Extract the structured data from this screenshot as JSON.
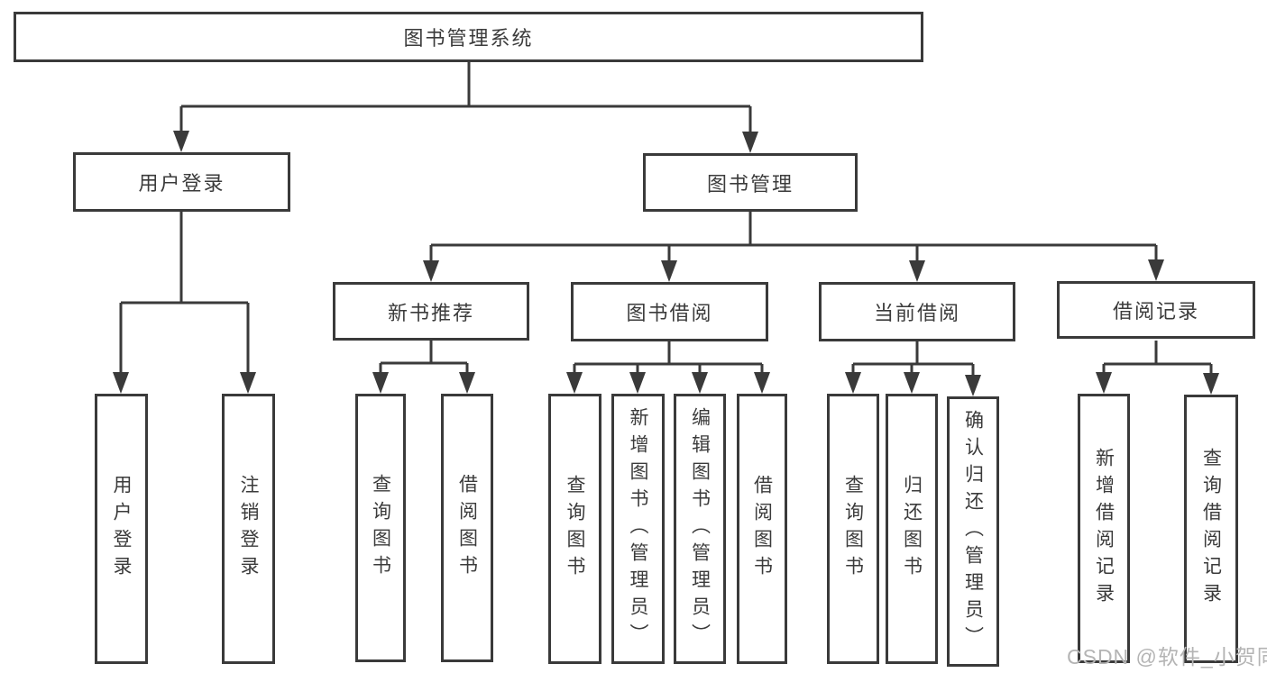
{
  "diagram": {
    "title": "图书管理系统",
    "colors": {
      "line": "#3a3a3a",
      "box_border": "#3a3a3a",
      "text": "#3b3b3b",
      "background": "#ffffff",
      "watermark": "#b4b4b4"
    },
    "tree": {
      "root": {
        "label": "图书管理系统"
      },
      "branches": [
        {
          "label": "用户登录",
          "children": [
            {
              "label": "用户登录"
            },
            {
              "label": "注销登录"
            }
          ]
        },
        {
          "label": "图书管理",
          "children": [
            {
              "label": "新书推荐",
              "children": [
                {
                  "label": "查询图书"
                },
                {
                  "label": "借阅图书"
                }
              ]
            },
            {
              "label": "图书借阅",
              "children": [
                {
                  "label": "查询图书"
                },
                {
                  "label": "新增图书（管理员）"
                },
                {
                  "label": "编辑图书（管理员）"
                },
                {
                  "label": "借阅图书"
                }
              ]
            },
            {
              "label": "当前借阅",
              "children": [
                {
                  "label": "查询图书"
                },
                {
                  "label": "归还图书"
                },
                {
                  "label": "确认归还（管理员）"
                }
              ]
            },
            {
              "label": "借阅记录",
              "children": [
                {
                  "label": "新增借阅记录"
                },
                {
                  "label": "查询借阅记录"
                }
              ]
            }
          ]
        }
      ]
    }
  },
  "watermark": {
    "text": "CSDN @软件_小贺同学"
  }
}
